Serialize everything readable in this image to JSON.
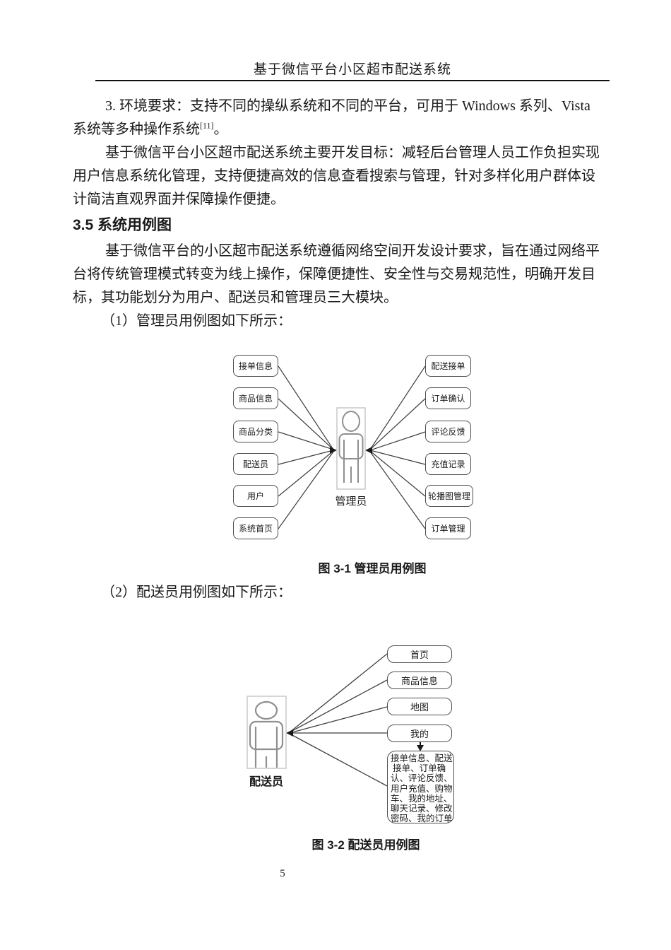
{
  "header": {
    "title": "基于微信平台小区超市配送系统"
  },
  "content": {
    "para1": {
      "line1": "3. 环境要求：支持不同的操纵系统和不同的平台，可用于 Windows 系列、Vista",
      "line2_before_ref": "系统等多种操作系统",
      "ref": "[11]",
      "line2_after_ref": "。"
    },
    "para2": {
      "line1": "基于微信平台小区超市配送系统主要开发目标：减轻后台管理人员工作负担实现",
      "line2": "用户信息系统化管理，支持便捷高效的信息查看搜索与管理，针对多样化用户群体设",
      "line3": "计简洁直观界面并保障操作便捷。"
    },
    "heading": "3.5 系统用例图",
    "para3": {
      "line1": "基于微信平台的小区超市配送系统遵循网络空间开发设计要求，旨在通过网络平",
      "line2": "台将传统管理模式转变为线上操作，保障便捷性、安全性与交易规范性，明确开发目",
      "line3": "标，其功能划分为用户、配送员和管理员三大模块。"
    },
    "item1": "（1）管理员用例图如下所示：",
    "item2": "（2）配送员用例图如下所示："
  },
  "diagram1": {
    "actor": "管理员",
    "left_nodes": [
      "接单信息",
      "商品信息",
      "商品分类",
      "配送员",
      "用户",
      "系统首页"
    ],
    "right_nodes": [
      "配送接单",
      "订单确认",
      "评论反馈",
      "充值记录",
      "轮播图管理",
      "订单管理"
    ],
    "caption": "图 3-1 管理员用例图"
  },
  "diagram2": {
    "actor": "配送员",
    "nodes": [
      "首页",
      "商品信息",
      "地图",
      "我的"
    ],
    "detail_lines": [
      "接单信息、配送",
      " 接单、订单确",
      "认、评论反馈、",
      "用户充值、购物",
      "车、我的地址、",
      "聊天记录、修改",
      "密码、我的订单"
    ],
    "caption": "图 3-2 配送员用例图"
  },
  "footer": {
    "page_number": "5"
  },
  "palette": {
    "text": "#1a1a1a",
    "box_border": "#4f4f4f",
    "connector": "#3f3f3f",
    "actor_outline": "#8f8f8f",
    "actor_frame": "#c9c9c9"
  }
}
